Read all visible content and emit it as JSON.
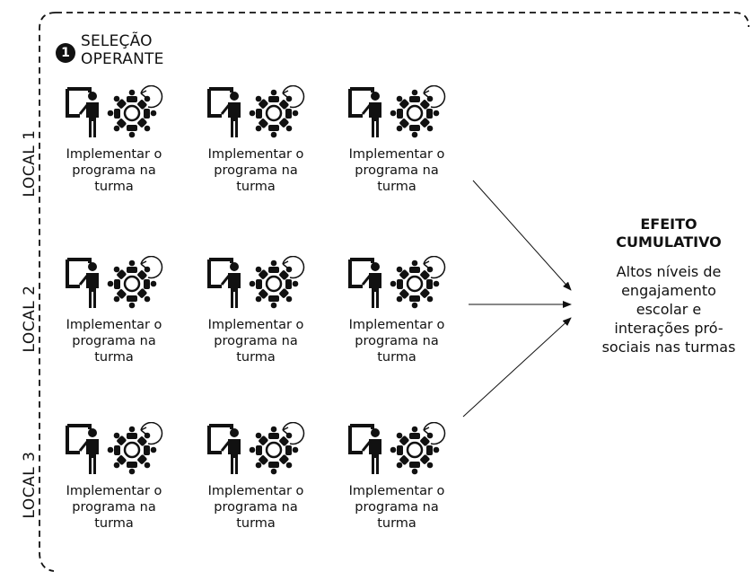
{
  "step": {
    "number": "1",
    "title_line1": "SELEÇÃO",
    "title_line2": "OPERANTE"
  },
  "rows": [
    {
      "label": "LOCAL 1",
      "cells": [
        {
          "icon": "teacher-with-class-icon",
          "line1": "Implementar o",
          "line2": "programa na",
          "line3": "turma"
        },
        {
          "icon": "teacher-with-class-icon",
          "line1": "Implementar o",
          "line2": "programa na",
          "line3": "turma"
        },
        {
          "icon": "teacher-with-class-icon",
          "line1": "Implementar o",
          "line2": "programa na",
          "line3": "turma"
        }
      ]
    },
    {
      "label": "LOCAL 2",
      "cells": [
        {
          "icon": "teacher-with-class-icon",
          "line1": "Implementar o",
          "line2": "programa na",
          "line3": "turma"
        },
        {
          "icon": "teacher-with-class-icon",
          "line1": "Implementar o",
          "line2": "programa na",
          "line3": "turma"
        },
        {
          "icon": "teacher-with-class-icon",
          "line1": "Implementar o",
          "line2": "programa na",
          "line3": "turma"
        }
      ]
    },
    {
      "label": "LOCAL 3",
      "cells": [
        {
          "icon": "teacher-with-class-icon",
          "line1": "Implementar o",
          "line2": "programa na",
          "line3": "turma"
        },
        {
          "icon": "teacher-with-class-icon",
          "line1": "Implementar o",
          "line2": "programa na",
          "line3": "turma"
        },
        {
          "icon": "teacher-with-class-icon",
          "line1": "Implementar o",
          "line2": "programa na",
          "line3": "turma"
        }
      ]
    }
  ],
  "effect": {
    "title_line1": "EFEITO",
    "title_line2": "CUMULATIVO",
    "body_line1": "Altos níveis de",
    "body_line2": "engajamento",
    "body_line3": "escolar e",
    "body_line4": "interações pró-",
    "body_line5": "sociais nas turmas"
  },
  "colors": {
    "ink": "#111111",
    "background": "#ffffff"
  }
}
